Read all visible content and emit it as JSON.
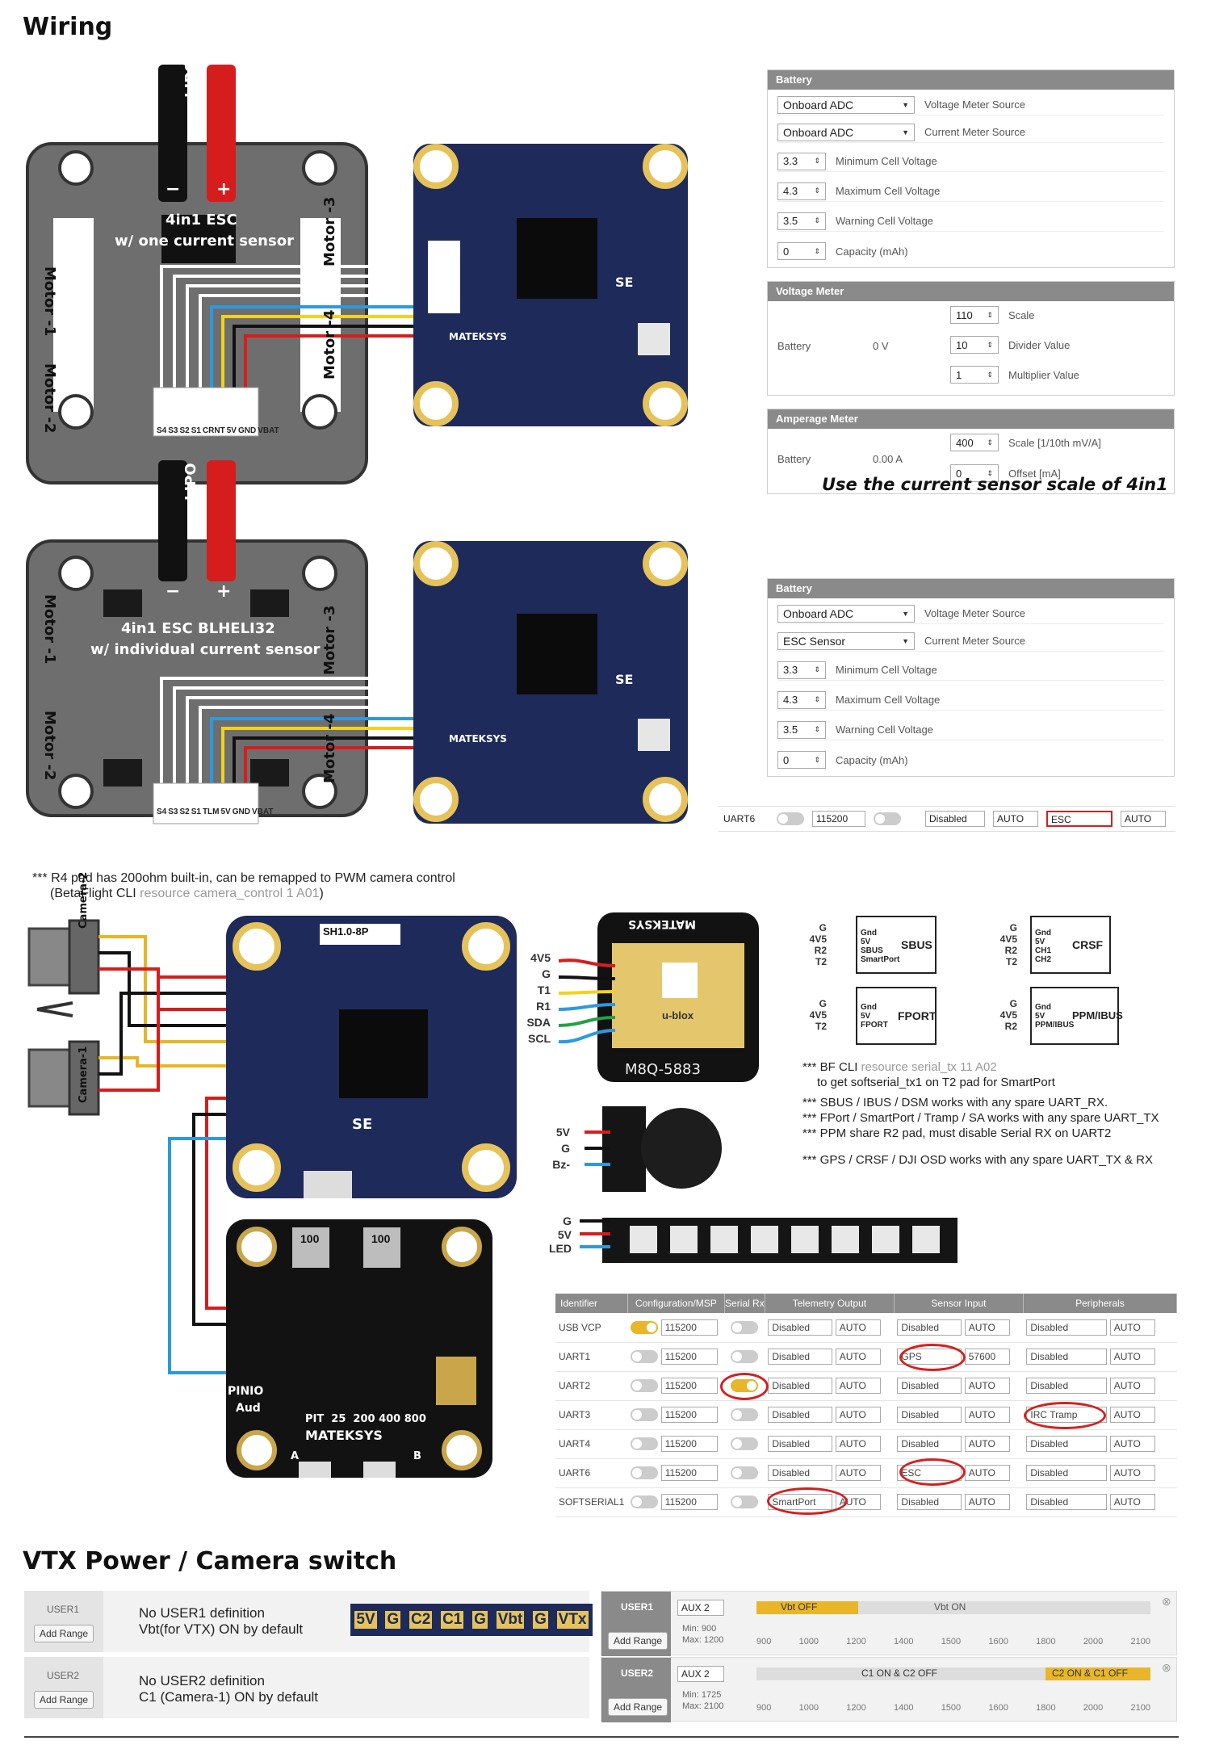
{
  "titles": {
    "wiring": "Wiring",
    "vtx": "VTX Power / Camera switch"
  },
  "esc1": {
    "lipo": "LIPO",
    "minus": "−",
    "plus": "+",
    "name": "4in1 ESC",
    "sub": "w/ one current sensor",
    "m1": "Motor -1",
    "m2": "Motor -2",
    "m3": "Motor -3",
    "m4": "Motor -4",
    "pins": [
      "S4",
      "S3",
      "S2",
      "S1",
      "CRNT",
      "5V",
      "GND",
      "VBAT"
    ]
  },
  "esc2": {
    "lipo": "LIPO",
    "minus": "−",
    "plus": "+",
    "name": "4in1 ESC  BLHELI32",
    "sub": "w/ individual current sensor",
    "m1": "Motor -1",
    "m2": "Motor -2",
    "m3": "Motor -3",
    "m4": "Motor -4",
    "pins": [
      "S4",
      "S3",
      "S2",
      "S1",
      "TLM",
      "5V",
      "GND",
      "VBAT"
    ]
  },
  "fc": {
    "brand": "MATEKSYS",
    "se": "SE"
  },
  "battery1": {
    "header": "Battery",
    "vsrc": "Onboard ADC",
    "vsrc_label": "Voltage Meter Source",
    "csrc": "Onboard ADC",
    "csrc_label": "Current Meter Source",
    "min": "3.3",
    "min_label": "Minimum Cell Voltage",
    "max": "4.3",
    "max_label": "Maximum Cell Voltage",
    "warn": "3.5",
    "warn_label": "Warning Cell Voltage",
    "cap": "0",
    "cap_label": "Capacity (mAh)"
  },
  "voltage_meter": {
    "header": "Voltage Meter",
    "battery": "Battery",
    "value": "0 V",
    "scale": "110",
    "scale_label": "Scale",
    "divider": "10",
    "divider_label": "Divider Value",
    "mult": "1",
    "mult_label": "Multiplier Value"
  },
  "amperage_meter": {
    "header": "Amperage Meter",
    "battery": "Battery",
    "value": "0.00 A",
    "scale": "400",
    "scale_label": "Scale [1/10th mV/A]",
    "offset": "0",
    "offset_label": "Offset [mA]",
    "note": "Use the current sensor scale of 4in1"
  },
  "battery2": {
    "header": "Battery",
    "vsrc": "Onboard ADC",
    "vsrc_label": "Voltage Meter Source",
    "csrc": "ESC Sensor",
    "csrc_label": "Current Meter Source",
    "min": "3.3",
    "min_label": "Minimum Cell Voltage",
    "max": "4.3",
    "max_label": "Maximum Cell Voltage",
    "warn": "3.5",
    "warn_label": "Warning Cell Voltage",
    "cap": "0",
    "cap_label": "Capacity (mAh)"
  },
  "uart6_strip": {
    "id": "UART6",
    "baud": "115200",
    "tel": "Disabled",
    "tel_auto": "AUTO",
    "sensor": "ESC",
    "sensor_auto": "AUTO"
  },
  "r4note": {
    "line1": "*** R4 pad has 200ohm built-in, can be remapped to PWM camera control",
    "line2_a": "(BetaFlight CLI ",
    "line2_b": "resource camera_control 1 A01",
    "line2_c": ")"
  },
  "cams": {
    "c1": "Camera-1",
    "c2": "Camera-2",
    "conn": "SH1.0-8P"
  },
  "gps": {
    "name": "M8Q-5883",
    "pins": [
      "4V5",
      "G",
      "T1",
      "R1",
      "SDA",
      "SCL"
    ],
    "chip": "u-blox",
    "brand": "MATEKSYS"
  },
  "buzzer": {
    "pins": [
      "5V",
      "G",
      "Bz-"
    ]
  },
  "led": {
    "pins": [
      "G",
      "5V",
      "LED"
    ]
  },
  "rx": [
    {
      "name": "SBUS",
      "pins": [
        "G",
        "4V5",
        "R2",
        "T2"
      ],
      "pads": [
        "Gnd",
        "5V",
        "SBUS",
        "SmartPort"
      ]
    },
    {
      "name": "CRSF",
      "pins": [
        "G",
        "4V5",
        "R2",
        "T2"
      ],
      "pads": [
        "Gnd",
        "5V",
        "CH1",
        "CH2"
      ]
    },
    {
      "name": "FPORT",
      "pins": [
        "G",
        "4V5",
        "T2"
      ],
      "pads": [
        "Gnd",
        "5V",
        "FPORT"
      ]
    },
    {
      "name": "PPM/IBUS",
      "pins": [
        "G",
        "4V5",
        "R2"
      ],
      "pads": [
        "Gnd",
        "5V",
        "PPM/IBUS"
      ]
    }
  ],
  "notes": {
    "n1a": "*** BF CLI ",
    "n1b": "resource serial_tx 11 A02",
    "n1c": "to get softserial_tx1 on T2 pad for SmartPort",
    "n2": "*** SBUS / IBUS / DSM works with any spare UART_RX.",
    "n3": "*** FPort / SmartPort / Tramp / SA works with any spare UART_TX",
    "n4": "*** PPM share R2 pad, must disable Serial RX on UART2",
    "n5": "*** GPS / CRSF / DJI OSD works with any spare UART_TX & RX"
  },
  "pdb": {
    "labels": "PIT  25  200 400 800",
    "brand": "MATEKSYS",
    "a": "A",
    "b": "B",
    "pinio": "PINIO",
    "aud": "Aud",
    "l100": "100"
  },
  "ports": {
    "headers": [
      "Identifier",
      "Configuration/MSP",
      "Serial Rx",
      "Telemetry Output",
      "Sensor Input",
      "Peripherals"
    ],
    "rows": [
      {
        "id": "USB VCP",
        "on": true,
        "baud": "115200",
        "rx": false,
        "tel": "Disabled",
        "tauto": "AUTO",
        "sens": "Disabled",
        "sauto": "AUTO",
        "per": "Disabled",
        "pauto": "AUTO"
      },
      {
        "id": "UART1",
        "on": false,
        "baud": "115200",
        "rx": false,
        "tel": "Disabled",
        "tauto": "AUTO",
        "sens": "GPS",
        "sauto": "57600",
        "per": "Disabled",
        "pauto": "AUTO"
      },
      {
        "id": "UART2",
        "on": false,
        "baud": "115200",
        "rx": true,
        "tel": "Disabled",
        "tauto": "AUTO",
        "sens": "Disabled",
        "sauto": "AUTO",
        "per": "Disabled",
        "pauto": "AUTO"
      },
      {
        "id": "UART3",
        "on": false,
        "baud": "115200",
        "rx": false,
        "tel": "Disabled",
        "tauto": "AUTO",
        "sens": "Disabled",
        "sauto": "AUTO",
        "per": "IRC Tramp",
        "pauto": "AUTO"
      },
      {
        "id": "UART4",
        "on": false,
        "baud": "115200",
        "rx": false,
        "tel": "Disabled",
        "tauto": "AUTO",
        "sens": "Disabled",
        "sauto": "AUTO",
        "per": "Disabled",
        "pauto": "AUTO"
      },
      {
        "id": "UART6",
        "on": false,
        "baud": "115200",
        "rx": false,
        "tel": "Disabled",
        "tauto": "AUTO",
        "sens": "ESC",
        "sauto": "AUTO",
        "per": "Disabled",
        "pauto": "AUTO"
      },
      {
        "id": "SOFTSERIAL1",
        "on": false,
        "baud": "115200",
        "rx": false,
        "tel": "SmartPort",
        "tauto": "AUTO",
        "sens": "Disabled",
        "sauto": "AUTO",
        "per": "Disabled",
        "pauto": "AUTO"
      }
    ]
  },
  "vtx": {
    "user1": {
      "id": "USER1",
      "add": "Add Range",
      "desc1": "No USER1 definition",
      "desc2": "Vbt(for VTX) ON by default",
      "aux": "AUX 2",
      "min": "Min: 900",
      "max": "Max: 1200",
      "off": "Vbt OFF",
      "on": "Vbt ON"
    },
    "user2": {
      "id": "USER2",
      "add": "Add Range",
      "desc1": "No USER2 definition",
      "desc2": "C1 (Camera-1) ON by default",
      "aux": "AUX 2",
      "min": "Min: 1725",
      "max": "Max: 2100",
      "off": "C1 ON & C2 OFF",
      "on": "C2 ON & C1 OFF"
    },
    "pads": [
      "5V",
      "G",
      "C2",
      "C1",
      "G",
      "Vbt",
      "G",
      "VTx"
    ],
    "ticks": [
      "900",
      "1000",
      "1200",
      "1400",
      "1500",
      "1600",
      "1800",
      "2000",
      "2100"
    ]
  }
}
